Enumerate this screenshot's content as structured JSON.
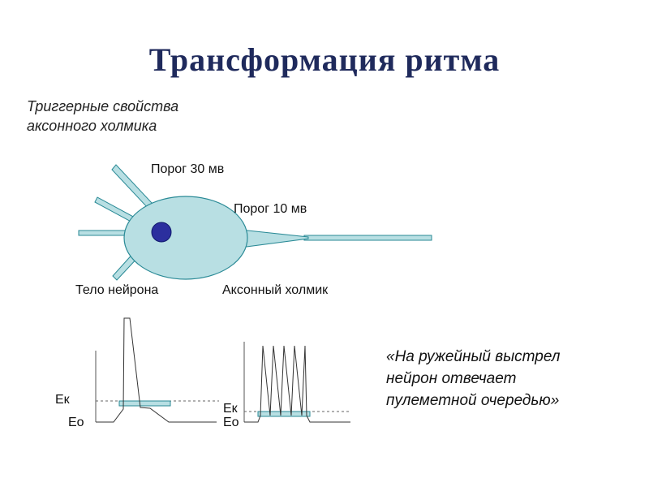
{
  "slide": {
    "title": "Трансформация ритма",
    "subtitle_lines": [
      "Триггерные свойства",
      "аксонного холмика"
    ],
    "quote_lines": [
      "«На ружейный выстрел",
      "нейрон отвечает",
      "пулеметной очередью»"
    ]
  },
  "neuron": {
    "threshold_body_label": "Порог 30 мв",
    "threshold_hillock_label": "Порог 10 мв",
    "body_label": "Тело нейрона",
    "hillock_label": "Аксонный холмик"
  },
  "graphs": {
    "left": {
      "ek_label": "Ек",
      "eo_label": "Ео"
    },
    "right": {
      "ek_label": "Ек",
      "eo_label": "Ео"
    }
  },
  "colors": {
    "title": "#1f2a5c",
    "neuron_fill": "#b8dfe3",
    "neuron_stroke": "#2a8a96",
    "nucleus": "#2b2f9e"
  }
}
